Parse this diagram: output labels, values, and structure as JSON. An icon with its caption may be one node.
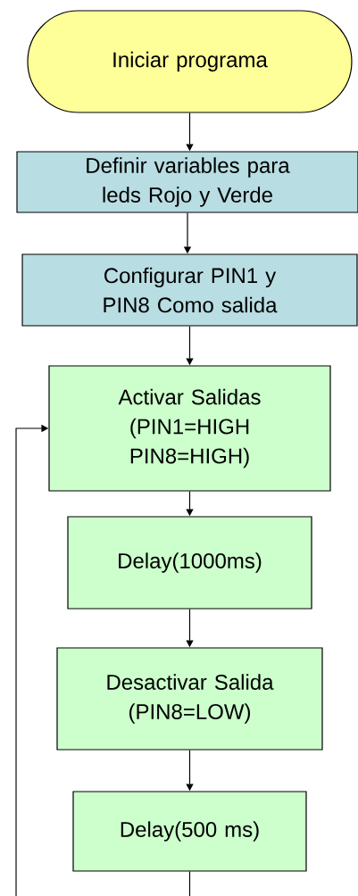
{
  "diagram": {
    "nodes": [
      {
        "text": [
          "Iniciar programa"
        ]
      },
      {
        "text": [
          "Definir variables para leds Rojo y Verde"
        ]
      },
      {
        "text": [
          "Configurar PIN1 y PIN8 Como salida"
        ]
      },
      {
        "text": [
          "Activar Salidas (PIN1=HIGH PIN8=HIGH)"
        ]
      },
      {
        "text": [
          "Delay(1000ms)"
        ]
      },
      {
        "text": [
          "Desactivar Salida (PIN8=LOW)"
        ]
      },
      {
        "text": [
          "Delay(500 ms)"
        ]
      }
    ],
    "edges": [
      {
        "from": 0,
        "to": 1,
        "arrow": "to"
      },
      {
        "from": 1,
        "to": 2,
        "arrow": "to"
      },
      {
        "from": 2,
        "to": 3,
        "arrow": "to"
      },
      {
        "from": 3,
        "to": 4,
        "arrow": "to"
      },
      {
        "from": 4,
        "to": 5,
        "arrow": "to"
      },
      {
        "from": 5,
        "to": 6,
        "arrow": "to"
      },
      {
        "from": 6,
        "to": 3,
        "arrow": "to"
      }
    ]
  }
}
